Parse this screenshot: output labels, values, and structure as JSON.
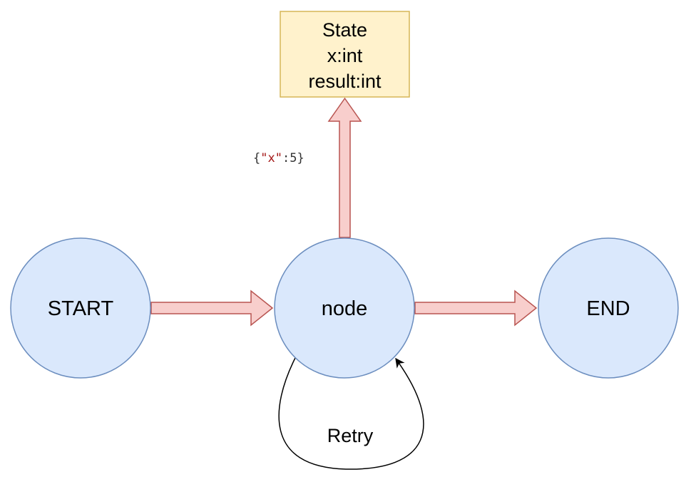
{
  "nodes": {
    "start": {
      "label": "START"
    },
    "node": {
      "label": "node"
    },
    "end": {
      "label": "END"
    }
  },
  "state_box": {
    "lines": [
      "State",
      "x:int",
      "result:int"
    ]
  },
  "edges": {
    "state_update": {
      "payload_open": "{",
      "payload_key": "\"x\"",
      "payload_colon": ":",
      "payload_value": "5",
      "payload_close": "}"
    },
    "retry": {
      "label": "Retry"
    }
  },
  "colors": {
    "node_fill": "#dae8fc",
    "node_stroke": "#6c8ebf",
    "arrow_fill": "#f8cecc",
    "arrow_stroke": "#b85450",
    "state_fill": "#fff2cc",
    "state_stroke": "#d6b656"
  }
}
